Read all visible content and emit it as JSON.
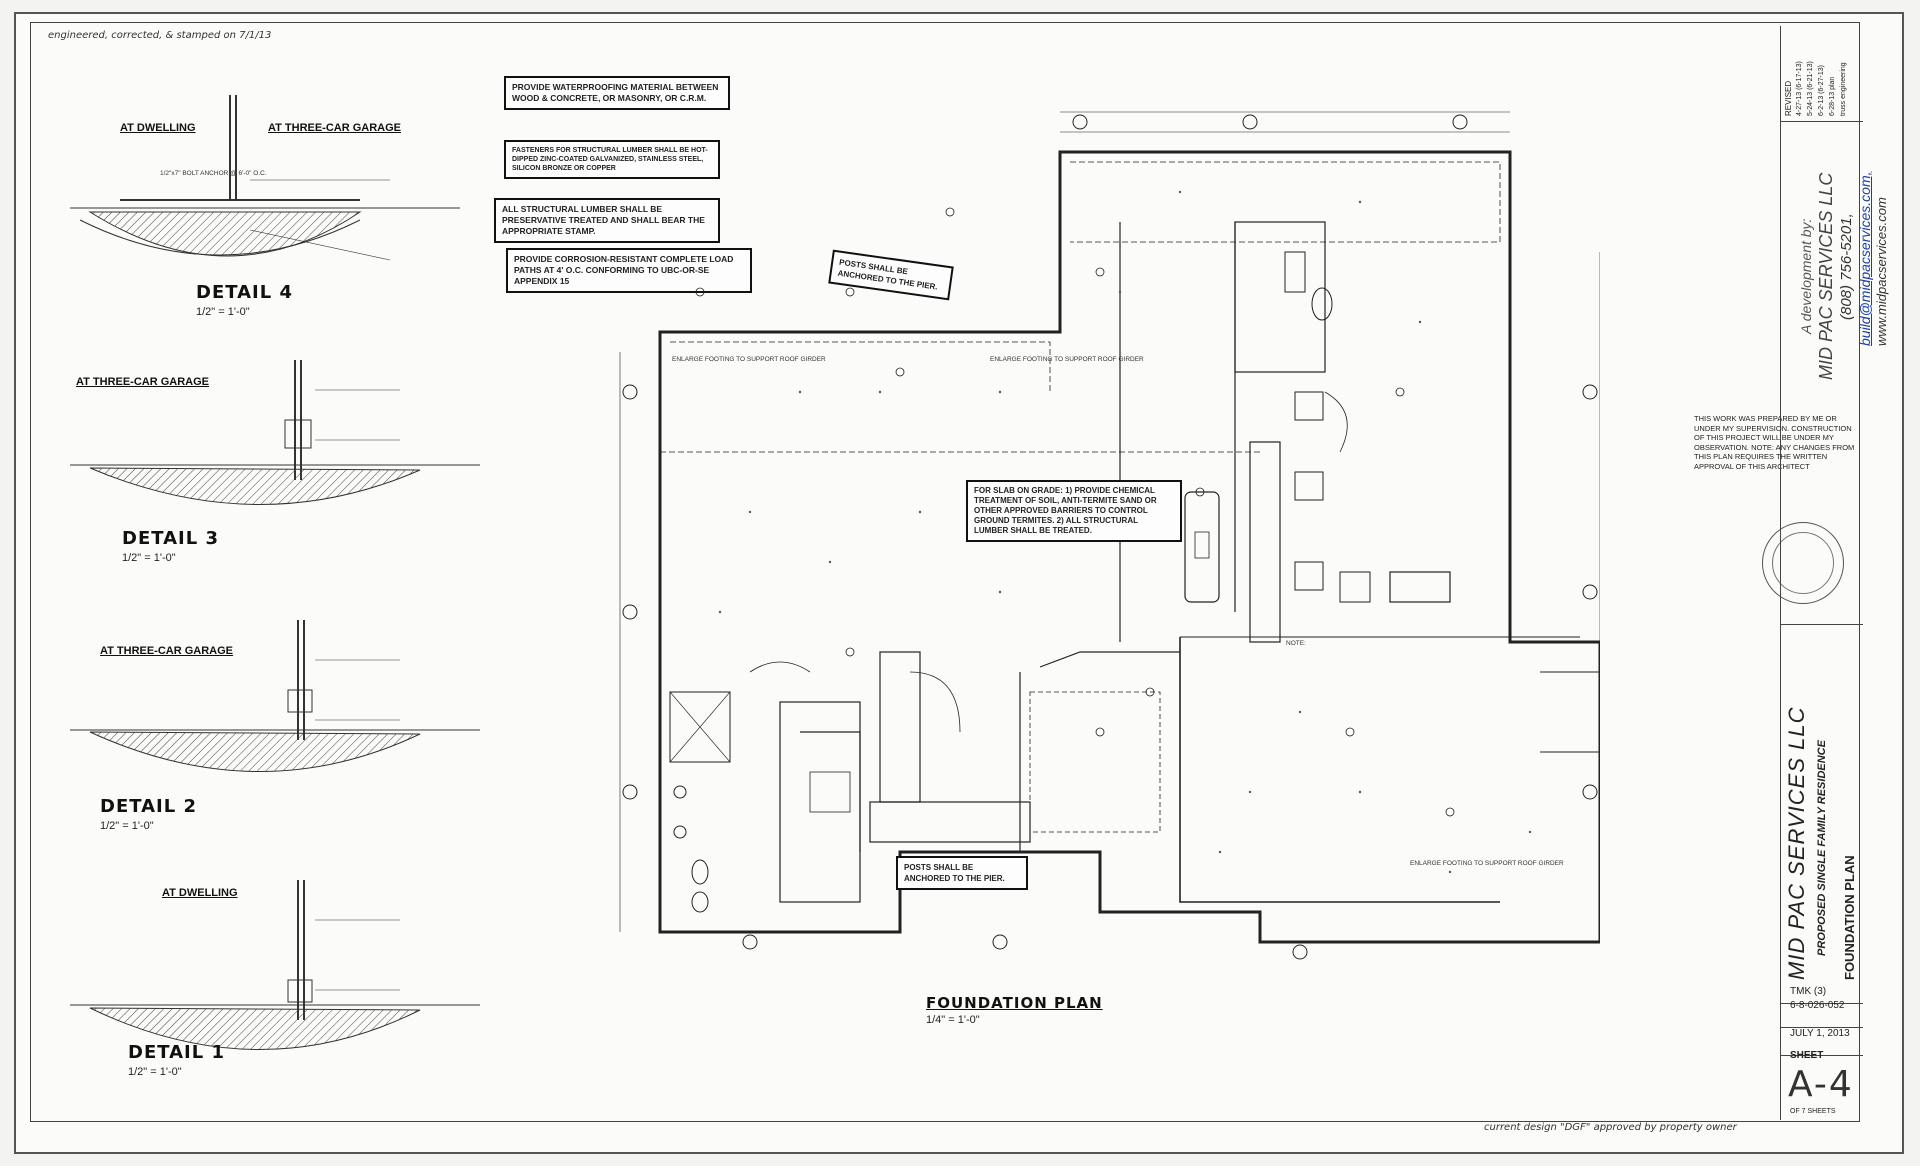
{
  "header_note": "engineered, corrected, & stamped on 7/1/13",
  "footer_note": "current design \"DGF\" approved by property owner",
  "details": [
    {
      "title": "DETAIL 4",
      "scale": "1/2\" = 1'-0\"",
      "labels": [
        "AT DWELLING",
        "AT THREE-CAR GARAGE"
      ]
    },
    {
      "title": "DETAIL 3",
      "scale": "1/2\" = 1'-0\"",
      "labels": [
        "AT THREE-CAR GARAGE"
      ]
    },
    {
      "title": "DETAIL 2",
      "scale": "1/2\" = 1'-0\"",
      "labels": [
        "AT THREE-CAR GARAGE"
      ]
    },
    {
      "title": "DETAIL 1",
      "scale": "1/2\" = 1'-0\"",
      "labels": [
        "AT DWELLING"
      ]
    }
  ],
  "general_notes": [
    "PROVIDE WATERPROOFING MATERIAL BETWEEN WOOD & CONCRETE, OR MASONRY, OR C.R.M.",
    "FASTENERS FOR STRUCTURAL LUMBER SHALL BE HOT-DIPPED ZINC-COATED GALVANIZED, STAINLESS STEEL, SILICON BRONZE OR COPPER",
    "ALL STRUCTURAL LUMBER SHALL BE PRESERVATIVE TREATED AND SHALL BEAR THE APPROPRIATE STAMP.",
    "PROVIDE CORROSION-RESISTANT COMPLETE LOAD PATHS AT 4' O.C. CONFORMING TO UBC-OR-SE APPENDIX 15"
  ],
  "plan_notes": {
    "posts_pier": "POSTS SHALL BE ANCHORED TO THE PIER.",
    "posts_pier_2": "POSTS SHALL BE ANCHORED TO THE PIER.",
    "termite": "FOR SLAB ON GRADE: 1) PROVIDE CHEMICAL TREATMENT OF SOIL, ANTI-TERMITE SAND OR OTHER APPROVED BARRIERS TO CONTROL GROUND TERMITES. 2) ALL STRUCTURAL LUMBER SHALL BE TREATED."
  },
  "plan_title": "FOUNDATION PLAN",
  "plan_scale": "1/4\" = 1'-0\"",
  "supervision_note": "THIS WORK WAS PREPARED BY ME OR UNDER MY SUPERVISION. CONSTRUCTION OF THIS PROJECT WILL BE UNDER MY OBSERVATION. NOTE: ANY CHANGES FROM THIS PLAN REQUIRES THE WRITTEN APPROVAL OF THIS ARCHITECT",
  "developer": {
    "line1": "A development by:",
    "line2": "MID PAC SERVICES LLC",
    "phone": "(808) 756-5201,",
    "email": "build@midpacservices.com,",
    "web": "www.midpacservices.com"
  },
  "title_block": {
    "revised_label": "REVISED",
    "revisions": [
      "4-27-13 (6-17-13)",
      "5-24-13 (6-21-13)",
      "6-2-13 (6-27-13)",
      "6-28-13 plan",
      "truss engineering"
    ],
    "company": "MID PAC SERVICES LLC",
    "project": "PROPOSED SINGLE FAMILY RESIDENCE",
    "sheet_name": "FOUNDATION PLAN",
    "tmk_label": "TMK (3)",
    "tmk_value": "6-8-026-052",
    "date": "JULY 1, 2013",
    "sheet_label": "SHEET",
    "sheet_number": "A-4",
    "sheet_of": "OF 7 SHEETS"
  },
  "colors": {
    "ink": "#222222",
    "paper": "#fbfbfa",
    "link": "#1a3fa6"
  }
}
